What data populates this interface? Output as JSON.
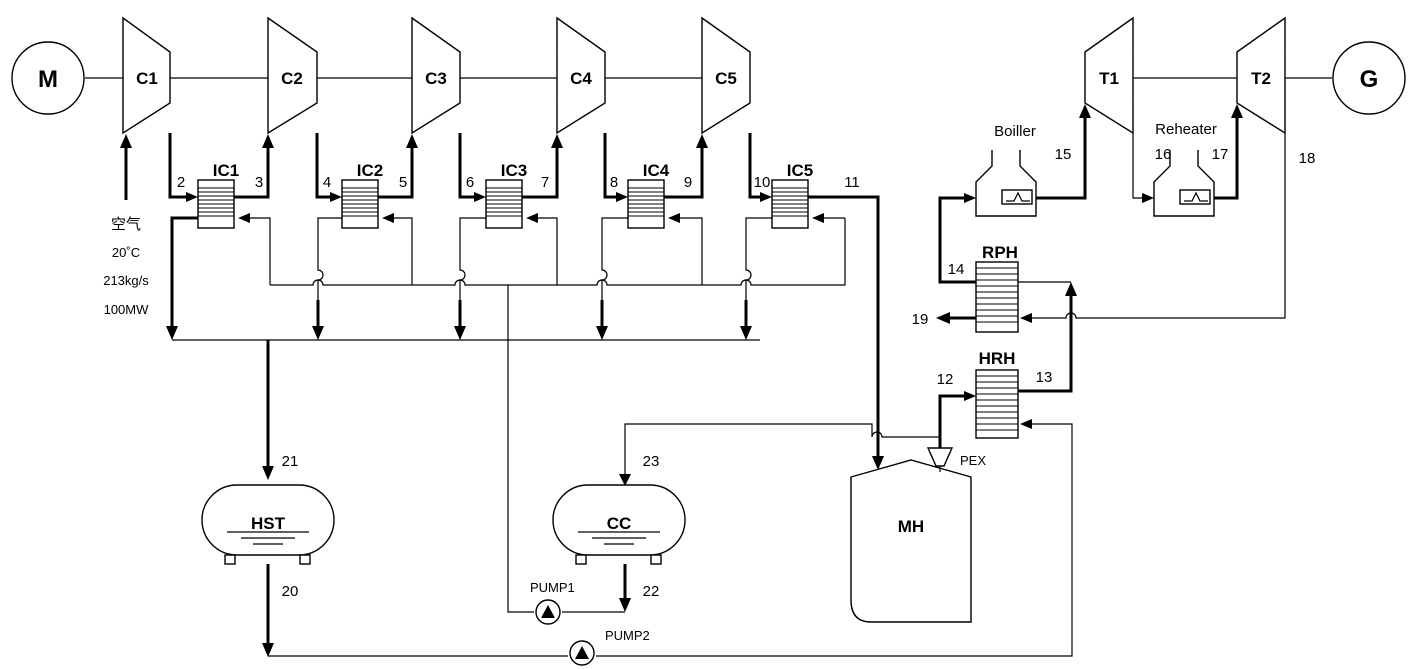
{
  "motor": "M",
  "generator": "G",
  "compressors": [
    "C1",
    "C2",
    "C3",
    "C4",
    "C5"
  ],
  "intercoolers": [
    "IC1",
    "IC2",
    "IC3",
    "IC4",
    "IC5"
  ],
  "turbines": [
    "T1",
    "T2"
  ],
  "air_inlet": {
    "line1": "空气",
    "line2": "20˚C",
    "line3": "213kg/s",
    "line4": "100MW"
  },
  "components": {
    "boiler": "Boiller",
    "reheater": "Reheater",
    "rph": "RPH",
    "hrh": "HRH",
    "hst": "HST",
    "cc": "CC",
    "mh": "MH",
    "pex": "PEX",
    "pump1": "PUMP1",
    "pump2": "PUMP2"
  },
  "streams": [
    "2",
    "3",
    "4",
    "5",
    "6",
    "7",
    "8",
    "9",
    "10",
    "11",
    "12",
    "13",
    "14",
    "15",
    "16",
    "17",
    "18",
    "19",
    "20",
    "21",
    "22",
    "23"
  ]
}
